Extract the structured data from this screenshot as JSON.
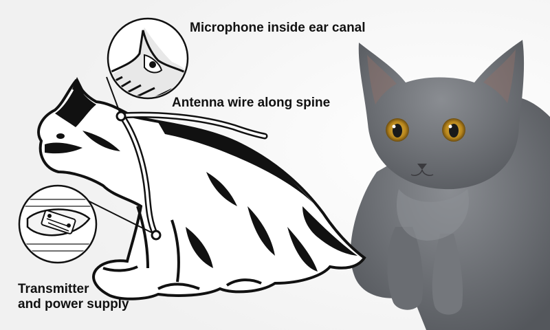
{
  "labels": {
    "microphone": "Microphone inside ear canal",
    "antenna": "Antenna wire along spine",
    "transmitter_line1": "Transmitter",
    "transmitter_line2": "and power supply"
  },
  "colors": {
    "ink": "#111111",
    "paper": "#ffffff",
    "cat_fur": "#6b6e73",
    "cat_fur_dark": "#4a4d52",
    "eye": "#c79a2a"
  },
  "icons": [
    "cat-illustration",
    "ear-microphone-inset",
    "transmitter-inset",
    "photo-gray-cat"
  ]
}
